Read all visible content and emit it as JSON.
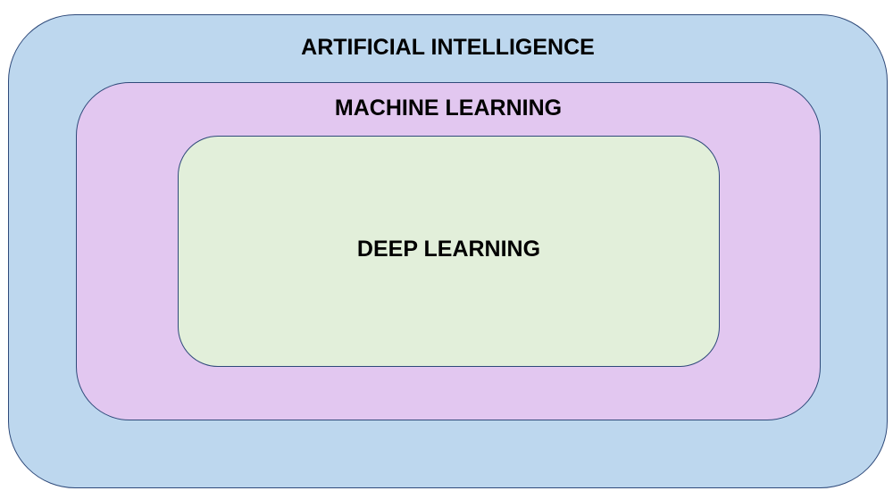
{
  "diagram": {
    "outer": {
      "label": "ARTIFICIAL INTELLIGENCE",
      "color": "#bdd7ee"
    },
    "middle": {
      "label": "MACHINE LEARNING",
      "color": "#e2c7f0"
    },
    "inner": {
      "label": "DEEP LEARNING",
      "color": "#e2efda"
    }
  }
}
